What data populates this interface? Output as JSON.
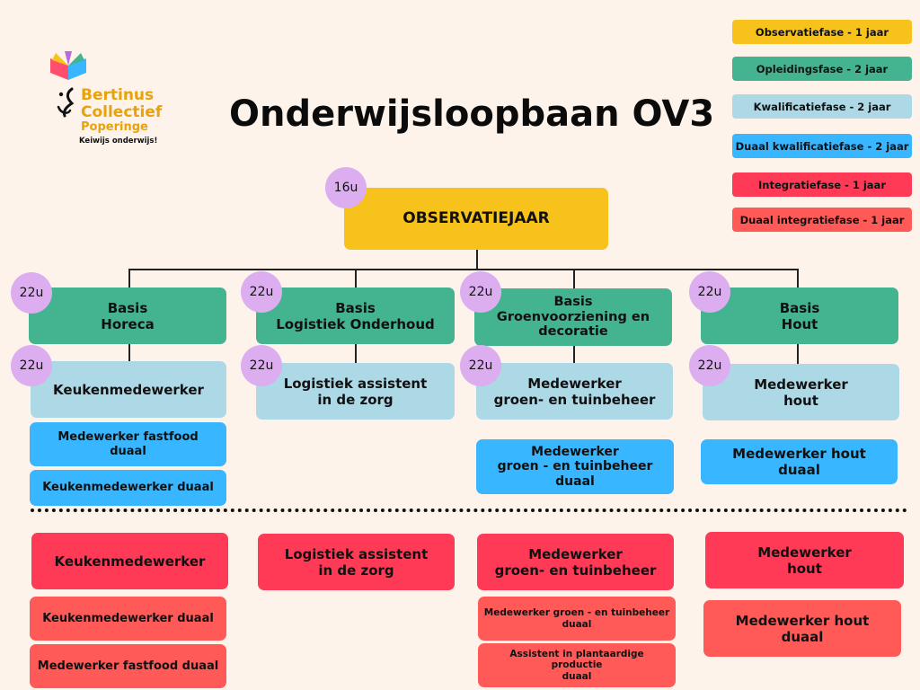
{
  "title": "Onderwijsloopbaan OV3",
  "logo": {
    "line1": "Bertinus",
    "line2": "Collectief",
    "line3": "Poperinge",
    "tagline": "Keiwijs onderwijs!"
  },
  "legend": [
    {
      "label": "Observatiefase - 1 jaar",
      "color": "#f7c21b"
    },
    {
      "label": "Opleidingsfase - 2 jaar",
      "color": "#43b48f"
    },
    {
      "label": "Kwalificatiefase - 2 jaar",
      "color": "#add8e6"
    },
    {
      "label": "Duaal kwalificatiefase - 2 jaar",
      "color": "#38b6ff"
    },
    {
      "label": "Integratiefase - 1 jaar",
      "color": "#ff3a57"
    },
    {
      "label": "Duaal integratiefase - 1 jaar",
      "color": "#ff5a57"
    }
  ],
  "colors": {
    "observatie": "#f7c21b",
    "opleiding": "#43b48f",
    "kwalificatie": "#add8e6",
    "duaal_kwalificatie": "#38b6ff",
    "integratie": "#ff3a57",
    "duaal_integratie": "#ff5a57",
    "badge": "#dcaef0"
  },
  "observatiejaar": {
    "label": "OBSERVATIEJAAR",
    "hours": "16u"
  },
  "basis": [
    {
      "label": "Basis\nHoreca",
      "hours": "22u"
    },
    {
      "label": "Basis\nLogistiek Onderhoud",
      "hours": "22u"
    },
    {
      "label": "Basis\nGroenvoorziening en\ndecoratie",
      "hours": "22u"
    },
    {
      "label": "Basis\nHout",
      "hours": "22u"
    }
  ],
  "kwalificatie": [
    {
      "label": "Keukenmedewerker",
      "hours": "22u"
    },
    {
      "label": "Logistiek assistent\nin de zorg",
      "hours": "22u"
    },
    {
      "label": "Medewerker\ngroen- en tuinbeheer",
      "hours": "22u"
    },
    {
      "label": "Medewerker\nhout",
      "hours": "22u"
    }
  ],
  "duaal_kwalificatie": [
    {
      "label": "Medewerker fastfood\nduaal"
    },
    {
      "label": "Keukenmedewerker duaal"
    },
    {
      "label": "Medewerker\ngroen - en tuinbeheer\nduaal"
    },
    {
      "label": "Medewerker hout\nduaal"
    }
  ],
  "integratie": [
    {
      "label": "Keukenmedewerker"
    },
    {
      "label": "Logistiek assistent\nin de zorg"
    },
    {
      "label": "Medewerker\ngroen- en tuinbeheer"
    },
    {
      "label": "Medewerker\nhout"
    }
  ],
  "duaal_integratie": [
    {
      "label": "Keukenmedewerker duaal"
    },
    {
      "label": "Medewerker fastfood duaal"
    },
    {
      "label": "Medewerker groen - en tuinbeheer\nduaal"
    },
    {
      "label": "Assistent in plantaardige productie\nduaal"
    },
    {
      "label": "Medewerker hout\nduaal"
    }
  ]
}
